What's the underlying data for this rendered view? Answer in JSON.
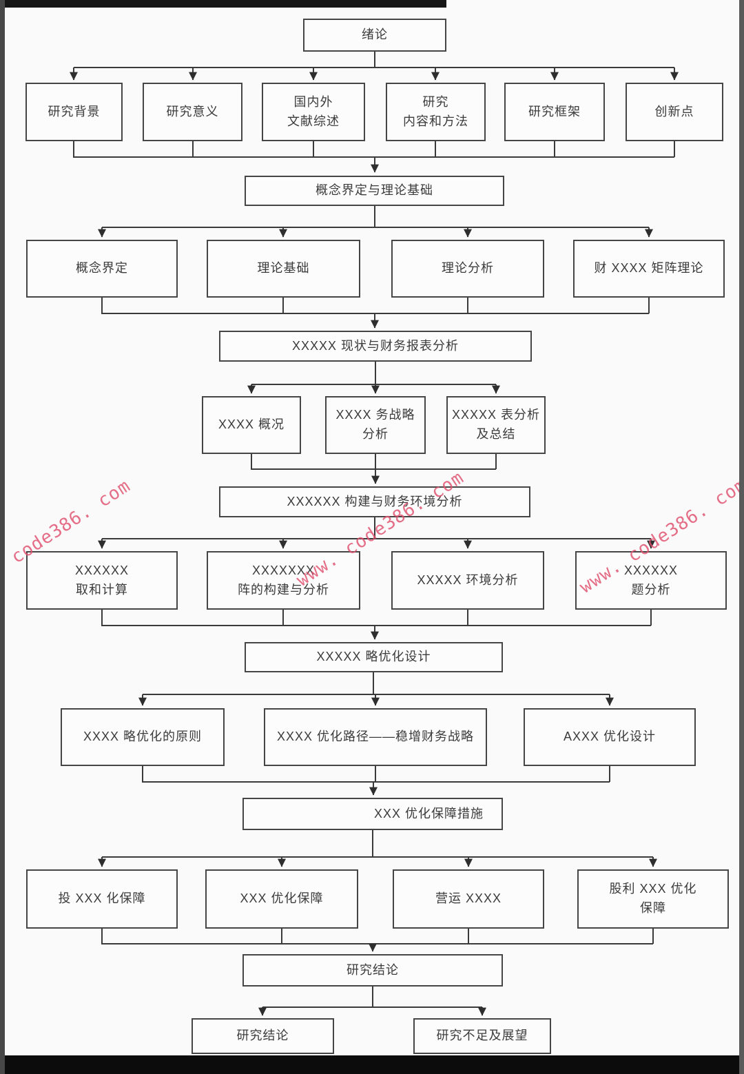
{
  "fc": {
    "intro": "绪论",
    "intro_children": [
      "研究背景",
      "研究意义",
      "国内外\n文献综述",
      "研究\n内容和方法",
      "研究框架",
      "创新点"
    ],
    "concept_theory": "概念界定与理论基础",
    "concept_children": [
      "概念界定",
      "理论基础",
      "理论分析",
      "财 XXXX 矩阵理论"
    ],
    "status_analysis": "XXXXX 现状与财务报表分析",
    "status_children": [
      "XXXX 概况",
      "XXXX 务战略\n分析",
      "XXXXX 表分析\n及总结"
    ],
    "construct_env": "XXXXXX 构建与财务环境分析",
    "construct_children": [
      "XXXXXX\n取和计算",
      "XXXXXXX\n阵的构建与分析",
      "XXXXX 环境分析",
      "XXXXXX\n题分析"
    ],
    "optimize_design": "XXXXX 略优化设计",
    "optimize_children": [
      "XXXX 略优化的原则",
      "XXXX 优化路径——稳增财务战略",
      "AXXX 优化设计"
    ],
    "safeguard": "XXX 优化保障措施",
    "safeguard_children": [
      "投 XXX 化保障",
      "XXX 优化保障",
      "营运 XXXX",
      "股利 XXX 优化\n保障"
    ],
    "conclusion": "研究结论",
    "conclusion_children": [
      "研究结论",
      "研究不足及展望"
    ]
  },
  "watermark": {
    "text": "www. code386. com",
    "color": "#e0506e"
  }
}
